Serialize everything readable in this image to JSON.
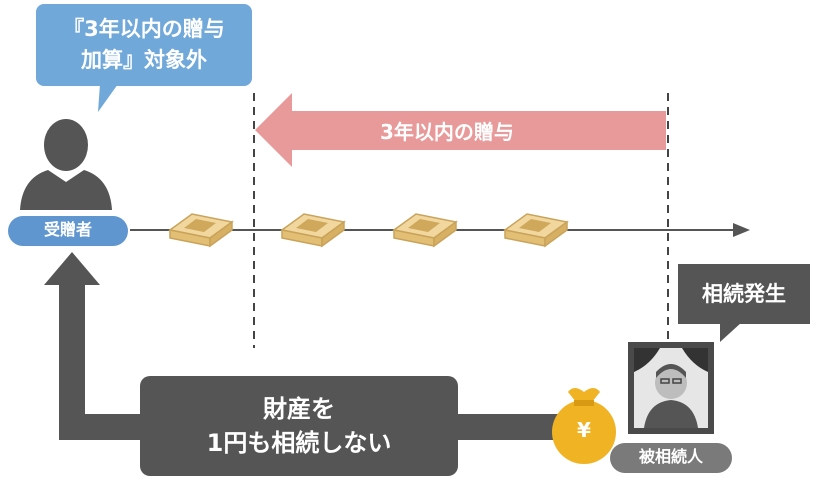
{
  "recipient": {
    "bubble_line1": "『3年以内の贈与",
    "bubble_line2": "加算』対象外",
    "label": "受贈者"
  },
  "period_arrow": {
    "label": "3年以内の贈与"
  },
  "inheritance_event": {
    "label": "相続発生"
  },
  "decedent": {
    "label": "被相続人"
  },
  "property_box": {
    "line1": "財産を",
    "line2": "1円も相続しない"
  },
  "yen_bag": {
    "symbol": "¥"
  },
  "colors": {
    "blue": "#6fa8d9",
    "pink_arrow": "#e89a9a",
    "dark_grey": "#555555",
    "gold": "#f0b323"
  }
}
